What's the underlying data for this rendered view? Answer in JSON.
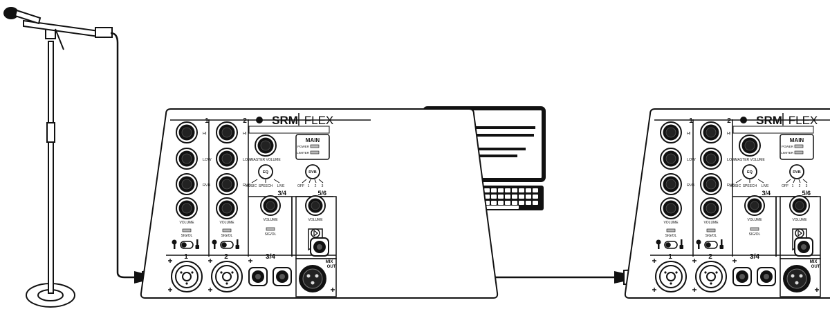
{
  "mixer": {
    "brand_a": "SRM",
    "brand_b": "FLEX",
    "ch1_num": "1",
    "ch2_num": "2",
    "knob_hi": "HI",
    "knob_low": "LOW",
    "knob_rvb": "RVB",
    "knob_volume": "VOLUME",
    "sig_ol": "SIG/OL",
    "master_volume": "MASTER VOLUME",
    "eq": "EQ",
    "eq_music": "MUSIC",
    "eq_speech": "SPEECH",
    "eq_live": "LIVE",
    "rvb_btn": "RVB",
    "rvb_off": "OFF",
    "rvb_1": "1",
    "rvb_2": "2",
    "rvb_3": "3",
    "main_title": "MAIN",
    "main_power": "POWER",
    "main_limiter": "LIMITER",
    "ch34": "3/4",
    "ch56": "5/6",
    "mix_out_1": "MIX",
    "mix_out_2": "OUT",
    "bt_glyph": "ʙ"
  }
}
